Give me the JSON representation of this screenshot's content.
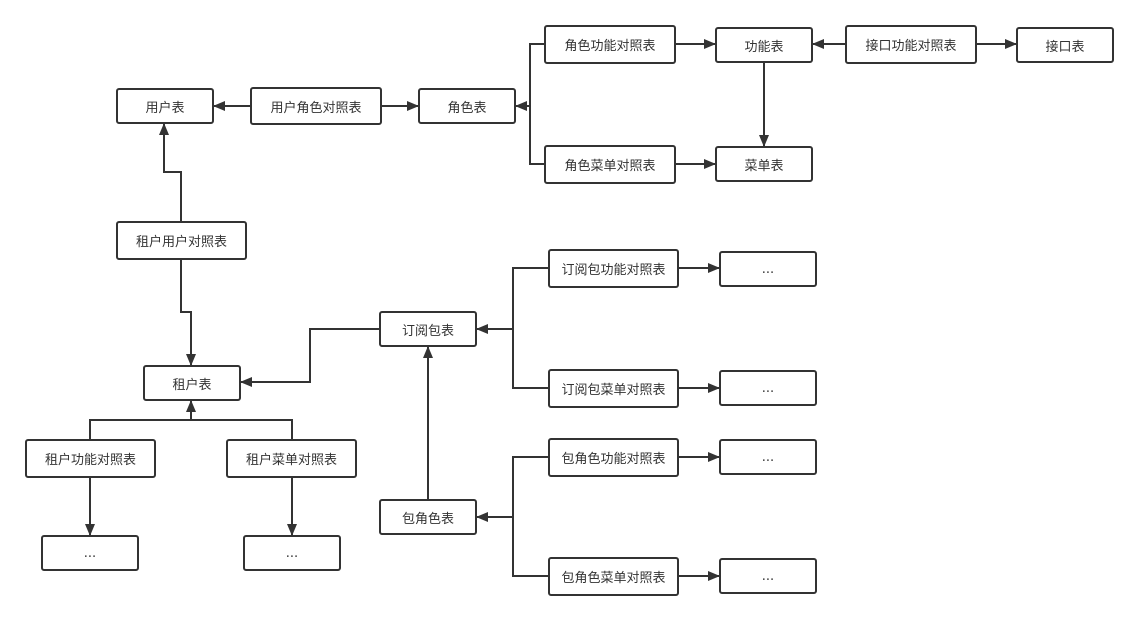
{
  "colors": {
    "stroke": "#333333",
    "text": "#333333",
    "background": "#ffffff"
  },
  "nodes": {
    "yonghu": "用户表",
    "yonghu_juese": "用户角色对照表",
    "juese": "角色表",
    "juese_gongneng": "角色功能对照表",
    "gongneng": "功能表",
    "jiekou_gongneng": "接口功能对照表",
    "jiekou": "接口表",
    "juese_caidan": "角色菜单对照表",
    "caidan": "菜单表",
    "zuhu_yonghu": "租户用户对照表",
    "dingyue_gongneng": "订阅包功能对照表",
    "dingyue_gongneng_more": "...",
    "dingyue": "订阅包表",
    "zuhu": "租户表",
    "dingyue_caidan": "订阅包菜单对照表",
    "dingyue_caidan_more": "...",
    "bao_gongneng": "包角色功能对照表",
    "bao_gongneng_more": "...",
    "zuhu_gongneng": "租户功能对照表",
    "zuhu_caidan": "租户菜单对照表",
    "baojuese": "包角色表",
    "zuhu_gongneng_more": "...",
    "zuhu_caidan_more": "...",
    "bao_caidan": "包角色菜单对照表",
    "bao_caidan_more": "..."
  }
}
